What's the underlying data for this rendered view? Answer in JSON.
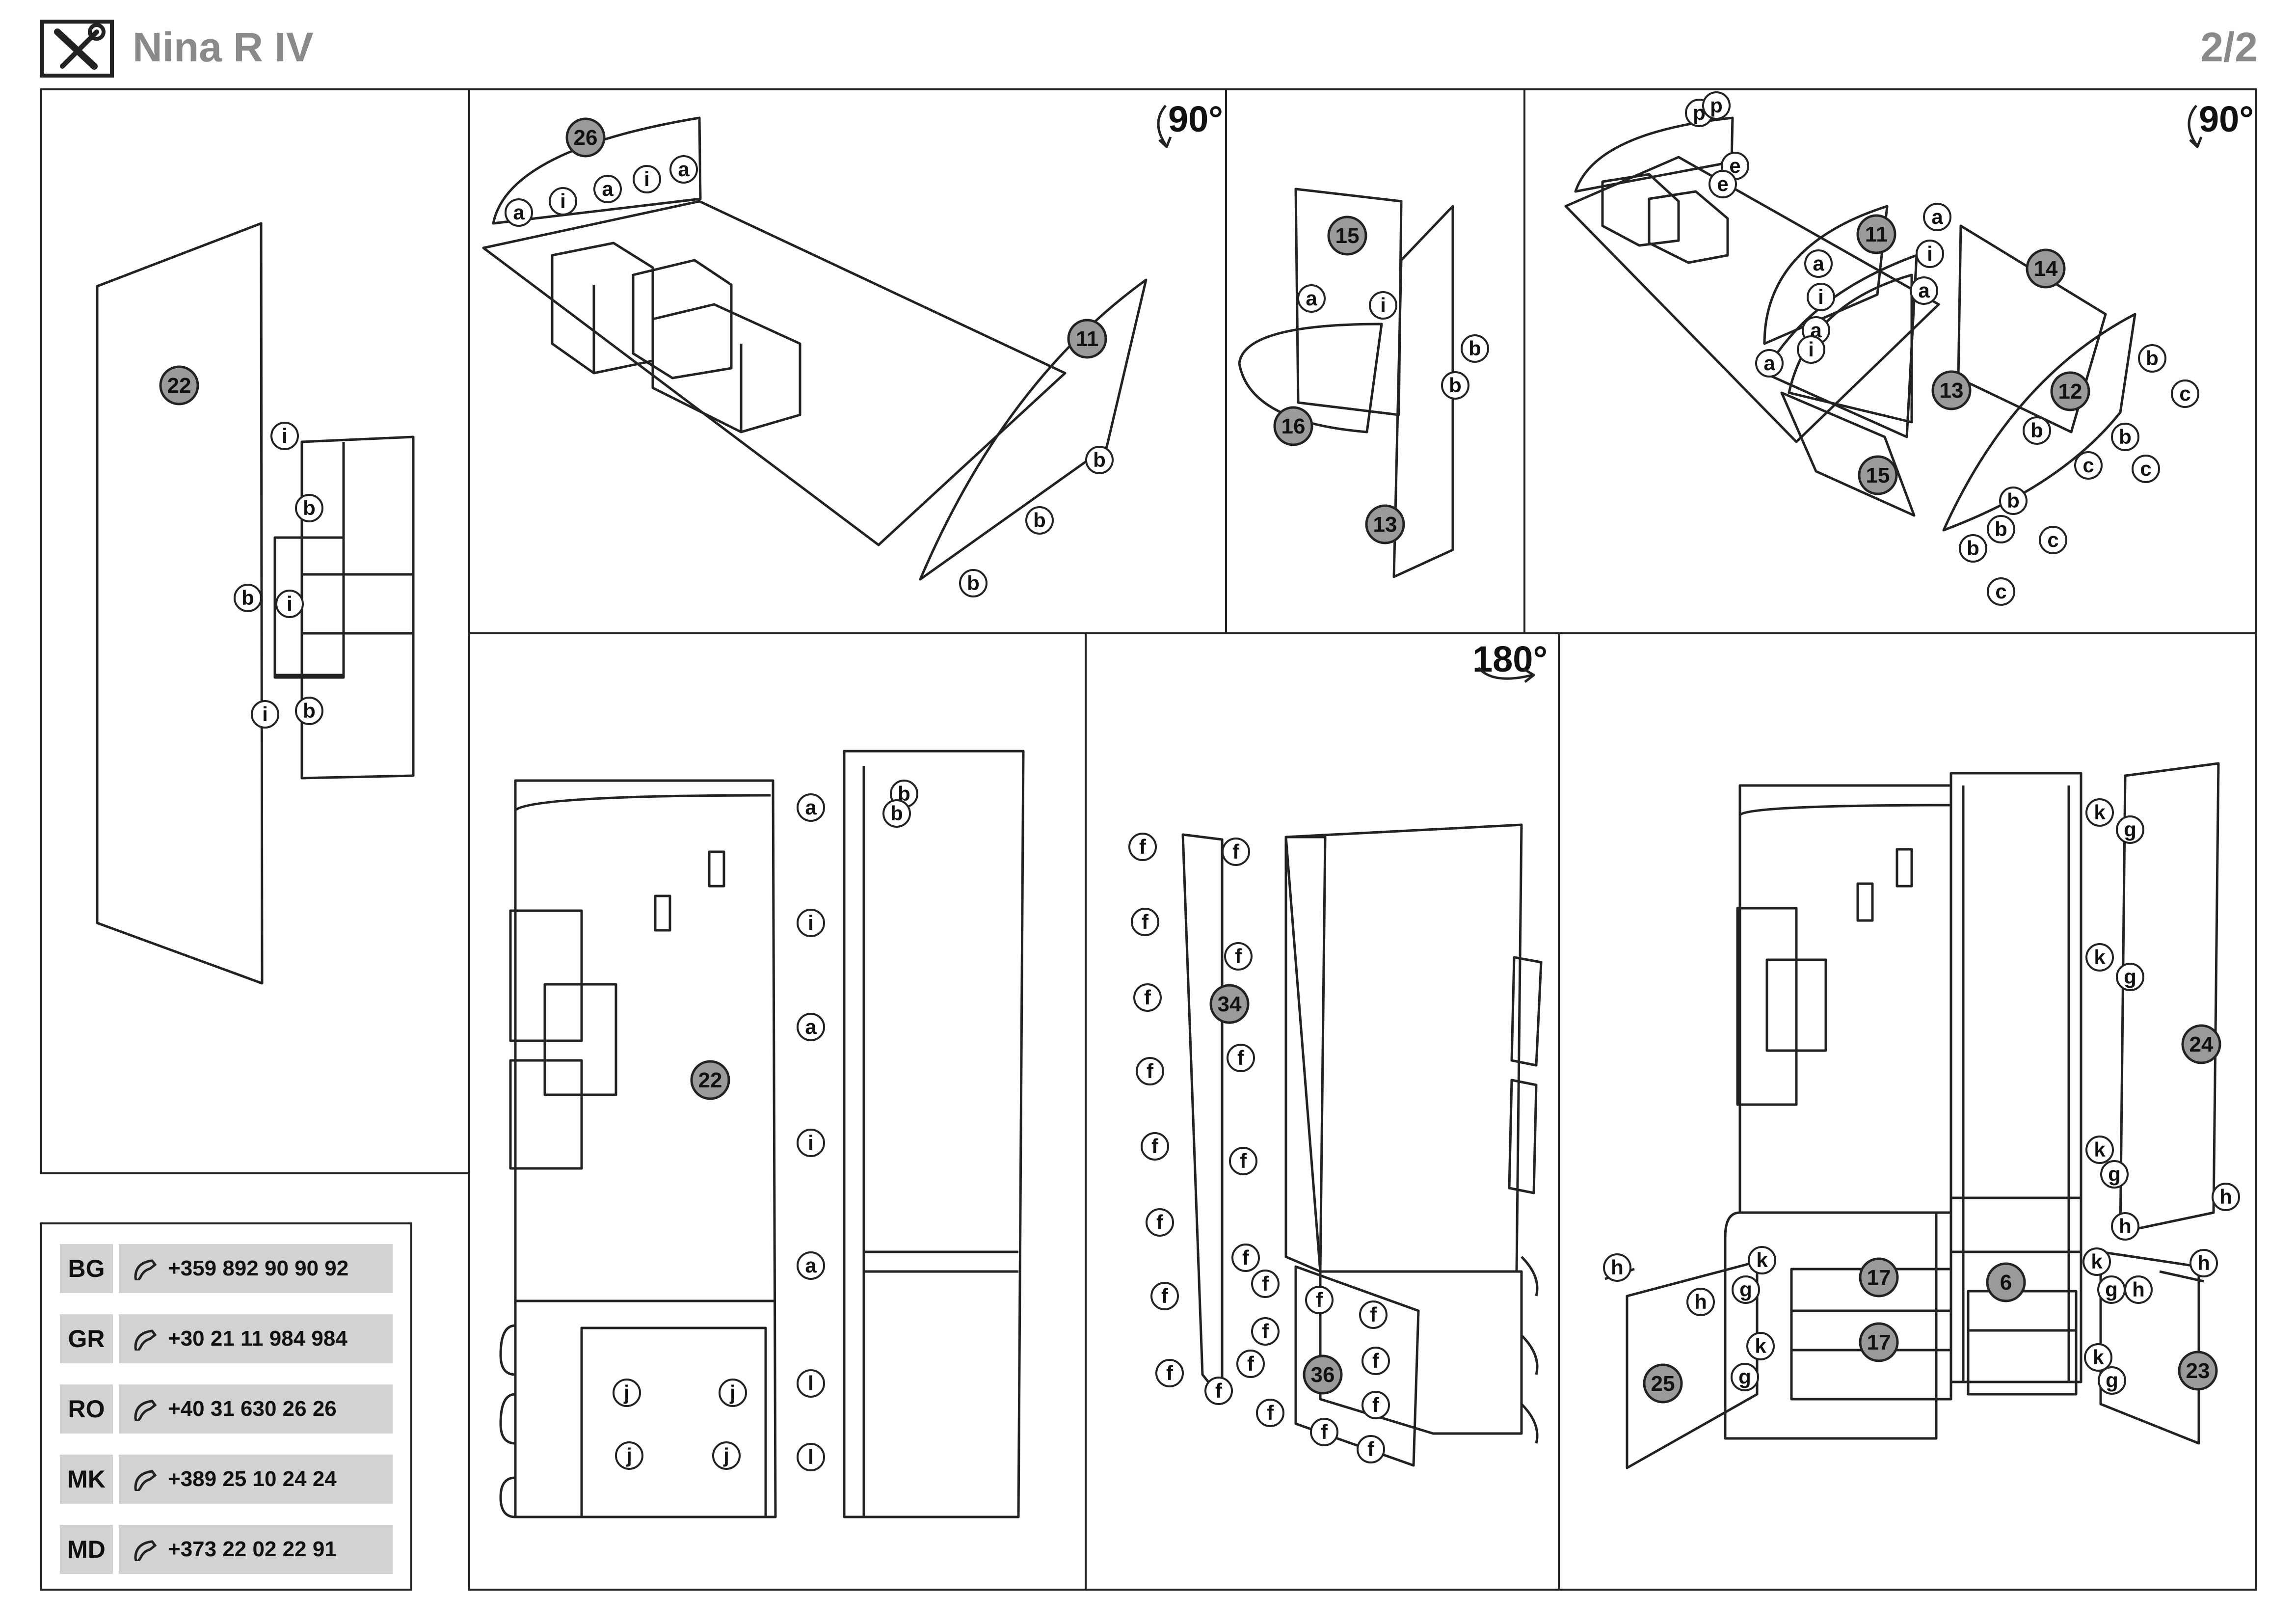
{
  "header": {
    "title": "Nina R IV",
    "page": "2/2"
  },
  "icons": {
    "logo": "tools-icon",
    "phone": "phone-icon"
  },
  "rotations": {
    "step2": "90°",
    "step4": "90°",
    "step6": "180°"
  },
  "contacts": [
    {
      "code": "BG",
      "phone": "+359 892 90 90 92"
    },
    {
      "code": "GR",
      "phone": "+30 21 11 984 984"
    },
    {
      "code": "RO",
      "phone": "+40 31 630 26 26"
    },
    {
      "code": "MK",
      "phone": "+389 25 10 24 24"
    },
    {
      "code": "MD",
      "phone": "+373 22 02 22 91"
    }
  ],
  "parts": {
    "p22": "22",
    "p26": "26",
    "p11": "11",
    "p15": "15",
    "p16": "16",
    "p13": "13",
    "p14": "14",
    "p12": "12",
    "p34": "34",
    "p36": "36",
    "p24": "24",
    "p17": "17",
    "p6": "6",
    "p25": "25",
    "p23": "23"
  },
  "fittings": {
    "a": "a",
    "b": "b",
    "c": "c",
    "e": "e",
    "f": "f",
    "g": "g",
    "h": "h",
    "i": "i",
    "j": "j",
    "k": "k",
    "l": "l",
    "p": "p"
  }
}
